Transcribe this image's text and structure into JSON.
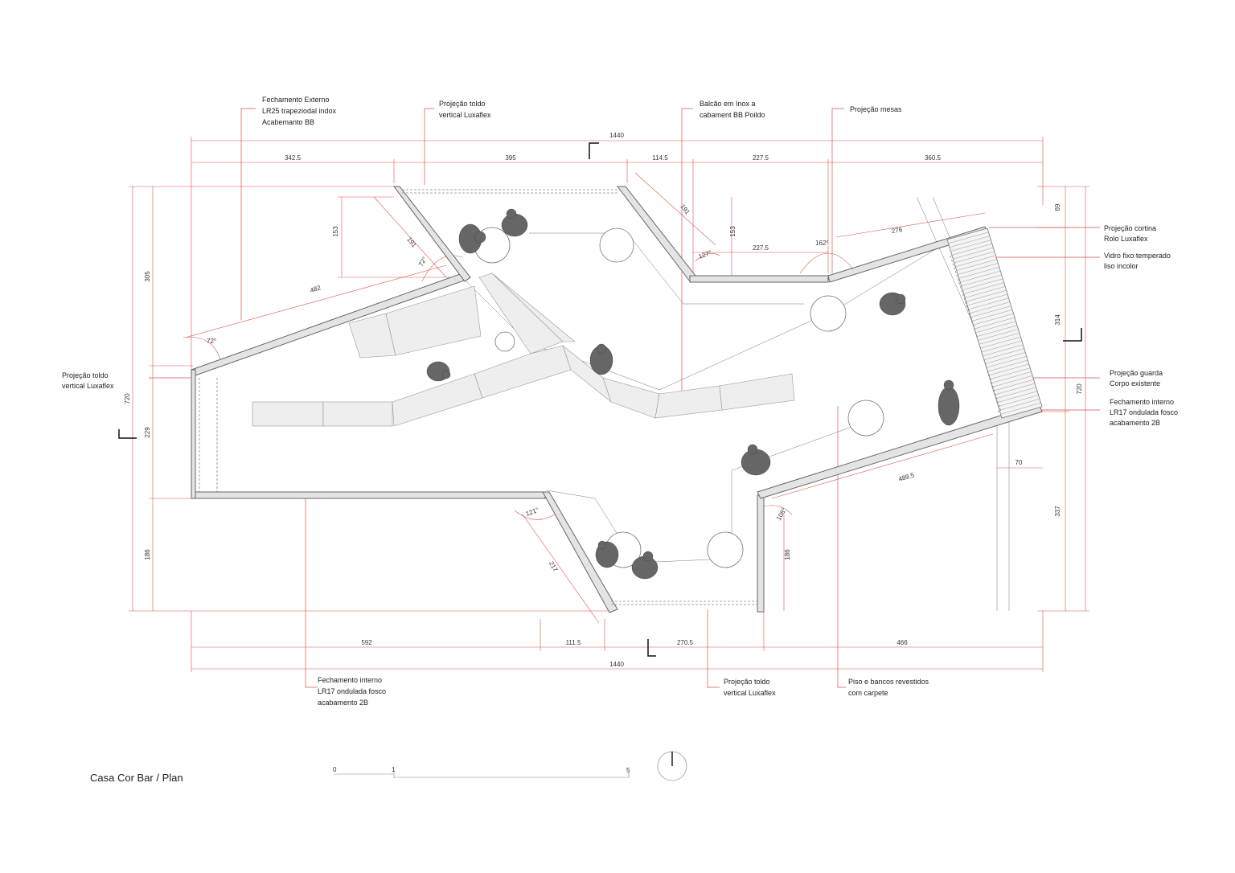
{
  "title": "Casa Cor Bar / Plan",
  "dimensions": {
    "top_total": "1440",
    "top_segments": [
      "342.5",
      "395",
      "114.5",
      "227.5",
      "360.5"
    ],
    "bottom_total": "1440",
    "bottom_segments": [
      "592",
      "111.5",
      "270.5",
      "466"
    ],
    "left_total": "720",
    "left_segments": [
      "305",
      "229",
      "186"
    ],
    "right_total": "720",
    "right_segments": [
      "69",
      "314",
      "337"
    ],
    "inner": [
      "153",
      "191",
      "482",
      "72°",
      "72°",
      "191",
      "153",
      "127°",
      "227.5",
      "162°",
      "276",
      "121°",
      "217",
      "186",
      "108°",
      "489.5",
      "70"
    ]
  },
  "notes": {
    "fechamento_externo": [
      "Fechamento Externo",
      "LR25 trapeziodal indox",
      "Acabemanto BB"
    ],
    "projecao_toldo_top": [
      "Projeção toldo",
      "vertical Luxaflex"
    ],
    "balcao": [
      "Balcão em Inox a",
      "cabament BB Poildo"
    ],
    "projecao_mesas": [
      "Projeção mesas"
    ],
    "projecao_cortina": [
      "Projeção cortina",
      "Rolo Luxaflex"
    ],
    "vidro": [
      "Vidro fixo temperado",
      "liso incolor"
    ],
    "projecao_guarda": [
      "Projeção guarda",
      "Corpo existente"
    ],
    "fechamento_interno_right": [
      "Fechamento interno",
      "LR17 ondulada fosco",
      "acabamento 2B"
    ],
    "projecao_toldo_left": [
      "Projeção toldo",
      "vertical Luxaflex"
    ],
    "fechamento_interno_bottom": [
      "Fechamento interno",
      "LR17 ondulada fosco",
      "acabamento 2B"
    ],
    "projecao_toldo_bottom": [
      "Projeção toldo",
      "vertical Luxaflex"
    ],
    "piso": [
      "Piso e bancos revestidos",
      "com carpete"
    ]
  },
  "scale": {
    "labels": [
      "0",
      "1",
      "5"
    ]
  }
}
